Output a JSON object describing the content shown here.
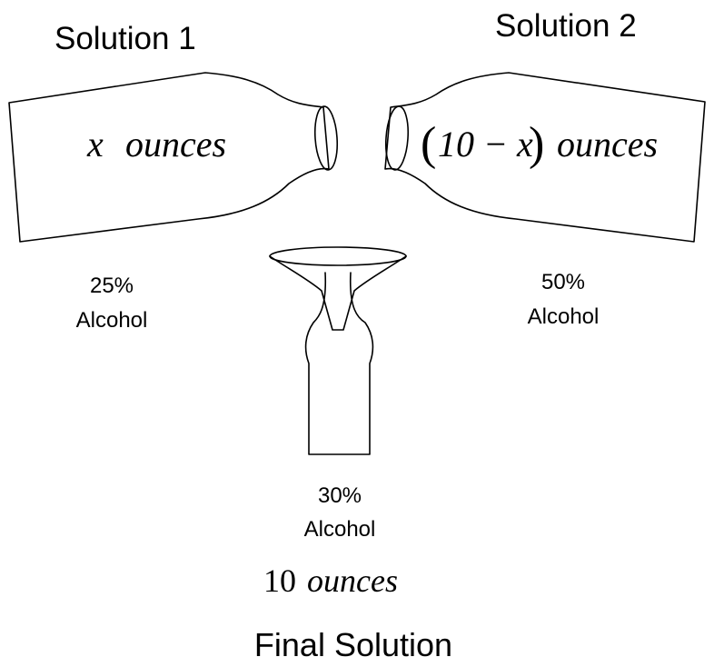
{
  "solution1": {
    "title": "Solution 1",
    "amount_var": "x",
    "amount_unit": "ounces",
    "concentration": "25%",
    "substance": "Alcohol"
  },
  "solution2": {
    "title": "Solution 2",
    "paren_open": "(",
    "amount_expr": "10 − x",
    "paren_close": ")",
    "amount_unit": "ounces",
    "concentration": "50%",
    "substance": "Alcohol"
  },
  "final": {
    "concentration": "30%",
    "substance": "Alcohol",
    "amount_number": "10",
    "amount_unit": "ounces",
    "title": "Final Solution"
  }
}
